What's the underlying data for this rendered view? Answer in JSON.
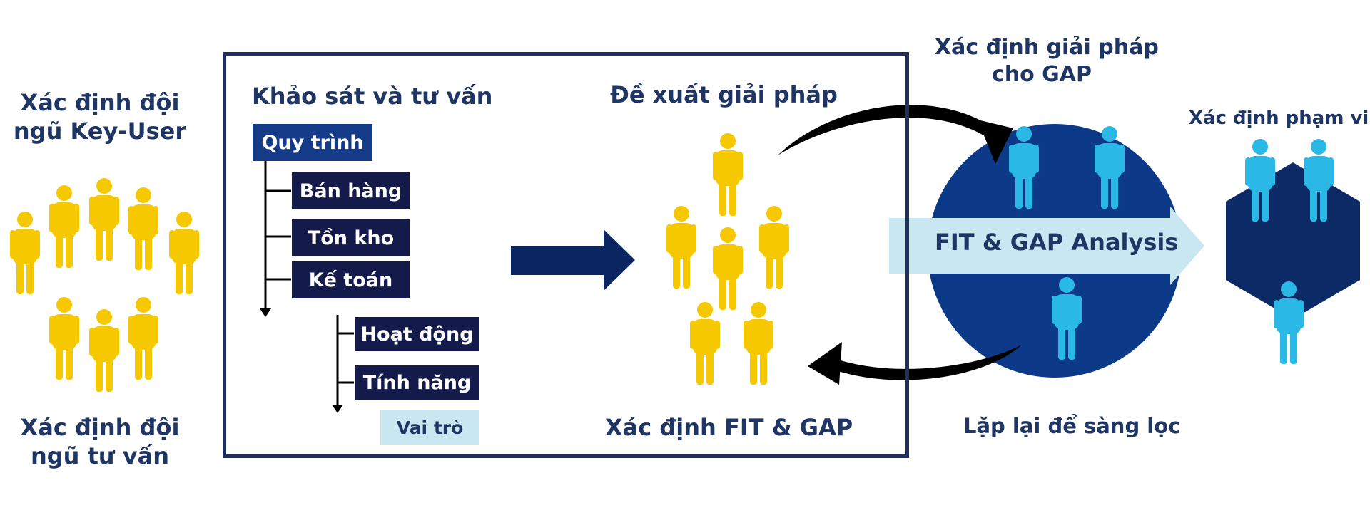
{
  "left": {
    "top_label": [
      "Xác định đội",
      "ngũ Key-User"
    ],
    "bottom_label": [
      "Xác định đội",
      "ngũ tư vấn"
    ]
  },
  "survey": {
    "title": "Khảo sát và tư vấn",
    "process": "Quy trình",
    "items": [
      "Bán hàng",
      "Tồn kho",
      "Kế toán"
    ],
    "sub_items": [
      "Hoạt động",
      "Tính năng",
      "Vai trò"
    ]
  },
  "proposal": {
    "title": "Đề xuất giải pháp",
    "bottom": "Xác định FIT & GAP"
  },
  "gap_solution": [
    "Xác định giải pháp",
    "cho GAP"
  ],
  "analysis_label": "FIT & GAP Analysis",
  "iterate_label": "Lặp lại để sàng lọc",
  "scope_label": "Xác định phạm vi",
  "colors": {
    "navy": "#1f3564",
    "dark_box": "#141a4a",
    "process_box": "#143a88",
    "light_blue": "#c9e7f1",
    "circle": "#0c3a88",
    "person_yellow": "#f6c800",
    "person_cyan": "#2ab9e6",
    "hexagon": "#0b2a66"
  },
  "icons": [
    "person-icon",
    "arrow-right-icon",
    "curved-arrow-icon",
    "hexagon-shape",
    "circle-shape"
  ]
}
